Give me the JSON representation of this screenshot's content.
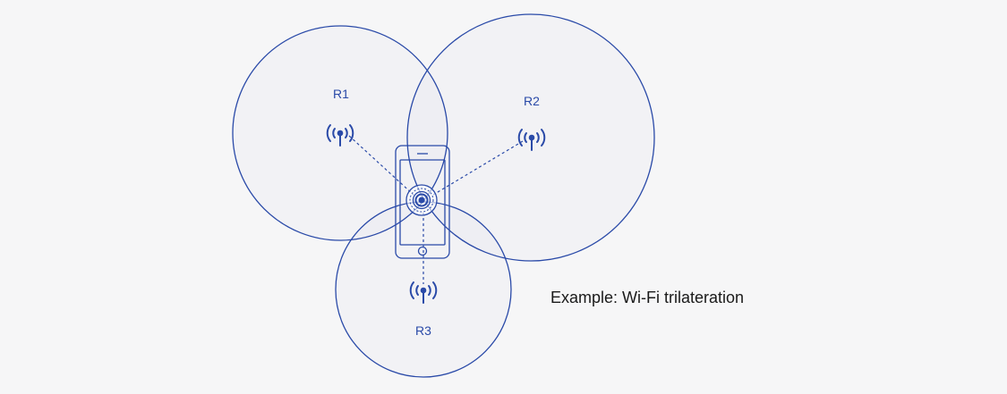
{
  "routers": [
    {
      "id": "r1",
      "label": "R1"
    },
    {
      "id": "r2",
      "label": "R2"
    },
    {
      "id": "r3",
      "label": "R3"
    }
  ],
  "caption": "Example: Wi-Fi trilateration",
  "icons": {
    "router": "wifi-antenna-icon",
    "device": "smartphone-icon",
    "target": "location-target-icon"
  },
  "colors": {
    "stroke": "#2a4aa8",
    "background": "#f6f6f7",
    "caption": "#1a1a1a"
  }
}
